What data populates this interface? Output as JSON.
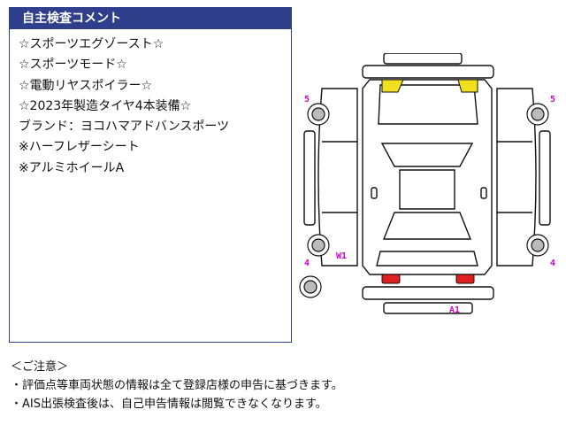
{
  "panel": {
    "title": "自主検査コメント",
    "comments": [
      "☆スポーツエグゾースト☆",
      "☆スポーツモード☆",
      "☆電動リヤスポイラー☆",
      "☆2023年製造タイヤ4本装備☆",
      "ブランド：ヨコハマアドバンスポーツ",
      "※ハーフレザーシート",
      "※アルミホイールA"
    ]
  },
  "diagram": {
    "marks": {
      "front_left_tire": "5",
      "front_right_tire": "5",
      "rear_left_tire": "4",
      "rear_right_tire": "4",
      "rear_left_wheel": "W1",
      "rear_bumper": "A1"
    },
    "colors": {
      "headlight": "#f0e020",
      "taillight": "#e02020",
      "mark": "#cc00cc",
      "outline": "#111111"
    }
  },
  "notes": {
    "heading": "＜ご注意＞",
    "lines": [
      "・評価点等車両状態の情報は全て登録店様の申告に基づきます。",
      "・AIS出張検査後は、自己申告情報は閲覧できなくなります。"
    ]
  }
}
